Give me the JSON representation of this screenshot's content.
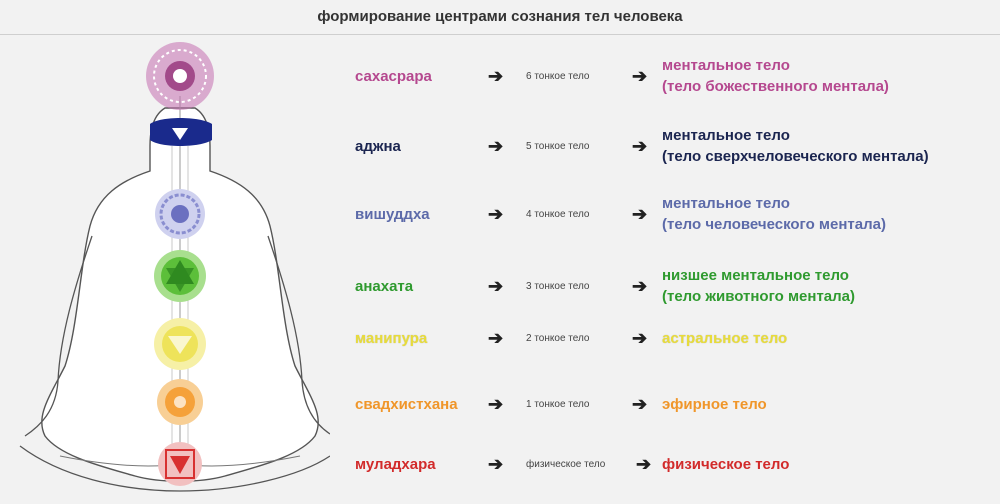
{
  "title": "формирование  центрами сознания тел человека",
  "rows": [
    {
      "chakra": "сахасрара",
      "subtle": "6 тонкое тело",
      "body_line1": "ментальное тело",
      "body_line2": "(тело божественного ментала)",
      "color": "#b5488f"
    },
    {
      "chakra": "аджна",
      "subtle": "5 тонкое тело",
      "body_line1": "ментальное тело",
      "body_line2": "(тело сверхчеловеческого ментала)",
      "color": "#1b2550"
    },
    {
      "chakra": "вишуддха",
      "subtle": "4 тонкое тело",
      "body_line1": "ментальное тело",
      "body_line2": "(тело человеческого ментала)",
      "color": "#5c6aa9"
    },
    {
      "chakra": "анахата",
      "subtle": "3 тонкое тело",
      "body_line1": "низшее ментальное тело",
      "body_line2": "(тело животного ментала)",
      "color": "#2f9a2f"
    },
    {
      "chakra": "манипура",
      "subtle": "2 тонкое тело",
      "body_line1": "астральное тело",
      "body_line2": "",
      "color": "#e8dc3a"
    },
    {
      "chakra": "свадхистхана",
      "subtle": "1 тонкое тело",
      "body_line1": "эфирное тело",
      "body_line2": "",
      "color": "#f0962a"
    },
    {
      "chakra": "муладхара",
      "subtle": "физическое тело",
      "body_line1": "физическое тело",
      "body_line2": "",
      "color": "#d22b2b"
    }
  ],
  "arrow_glyph": "➔",
  "chakra_colors": [
    "#c56fb0",
    "#1a2a8c",
    "#8a8ed0",
    "#5cbf3a",
    "#eee35a",
    "#f5a13a",
    "#d83030"
  ]
}
